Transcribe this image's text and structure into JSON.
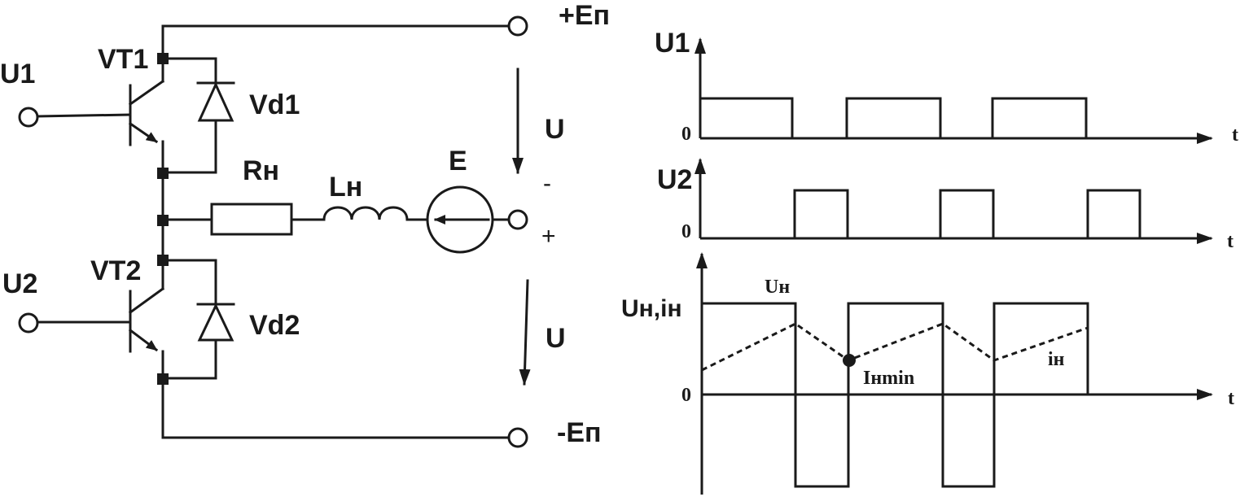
{
  "circuit": {
    "terminals": {
      "plus_supply": "+Eп",
      "minus_supply": "-Eп"
    },
    "inputs": {
      "u1": "U1",
      "u2": "U2"
    },
    "transistors": {
      "vt1": "VT1",
      "vt2": "VT2"
    },
    "diodes": {
      "vd1": "Vd1",
      "vd2": "Vd2"
    },
    "load": {
      "resistor": "Rн",
      "inductor": "Lн",
      "source": "E"
    },
    "voltage_arrows": {
      "upper": "U",
      "lower": "U"
    },
    "polarity": {
      "minus": "-",
      "plus": "+"
    }
  },
  "timing": {
    "u1_axis_label": "U1",
    "u2_axis_label": "U2",
    "un_axis_label": "Uн,iн",
    "zero_label": "0",
    "time_label": "t",
    "un_trace_label": "Uн",
    "in_trace_label": "iн",
    "imin_label": "Iнmin"
  }
}
